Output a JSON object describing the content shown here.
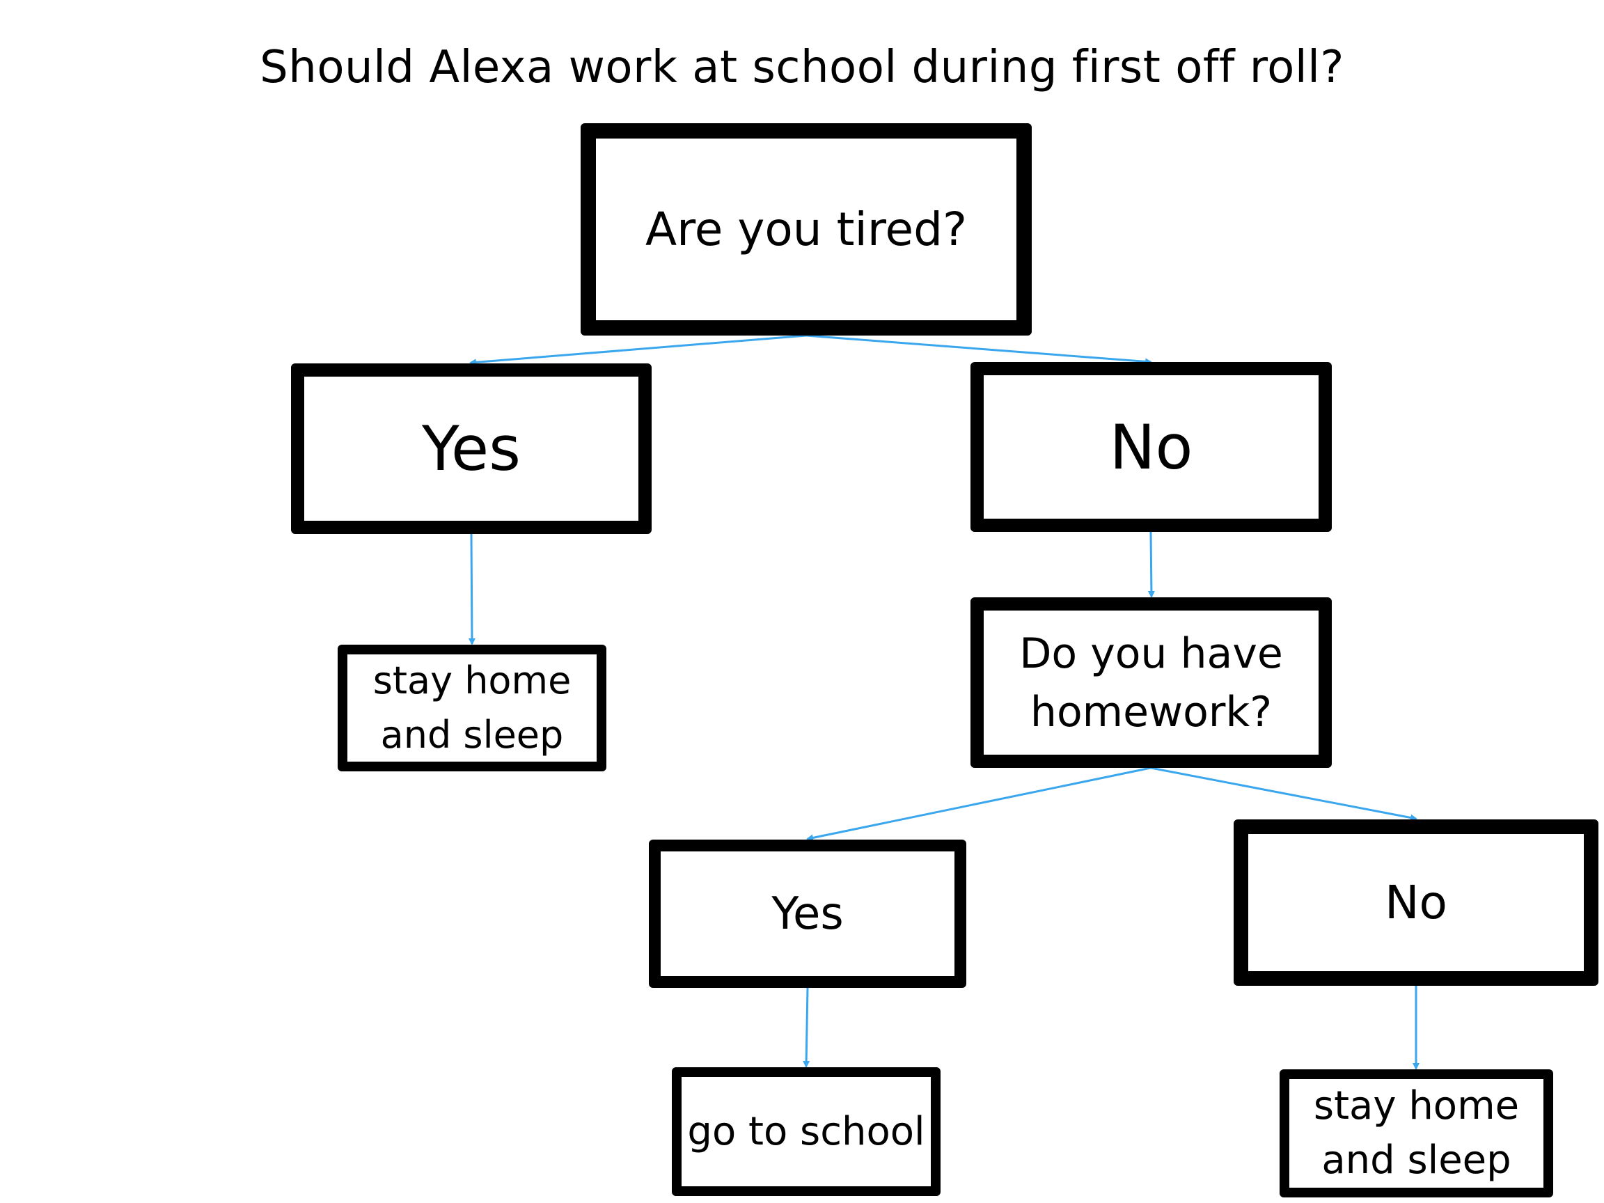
{
  "title": "Should Alexa work at school during first off roll?",
  "colors": {
    "box_border": "#000000",
    "connector": "#3aa6ee",
    "background": "#ffffff",
    "text": "#000000"
  },
  "nodes": {
    "root": "Are you tired?",
    "yes_1": "Yes",
    "no_1": "No",
    "stay_home_1": "stay home\nand sleep",
    "homework_question": "Do you have\nhomework?",
    "yes_2": "Yes",
    "no_2": "No",
    "go_to_school": "go to school",
    "stay_home_2": "stay home\nand sleep"
  }
}
